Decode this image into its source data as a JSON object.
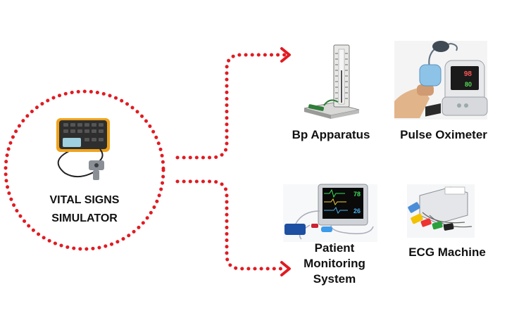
{
  "accent_color": "#e11b22",
  "center": {
    "line1": "VITAL SIGNS",
    "line2": "SIMULATOR",
    "icon": "vital-signs-simulator-device"
  },
  "devices": {
    "bp": {
      "label": "Bp Apparatus",
      "icon": "mercury-sphygmomanometer"
    },
    "pulse": {
      "label": "Pulse Oximeter",
      "icon": "finger-pulse-oximeter",
      "spo2": "98",
      "pr": "80"
    },
    "pms": {
      "line1": "Patient",
      "line2": "Monitoring",
      "line3": "System",
      "icon": "patient-monitor",
      "readout_top": "78",
      "readout_bottom": "26"
    },
    "ecg": {
      "label": "ECG Machine",
      "icon": "ecg-recorder"
    }
  }
}
